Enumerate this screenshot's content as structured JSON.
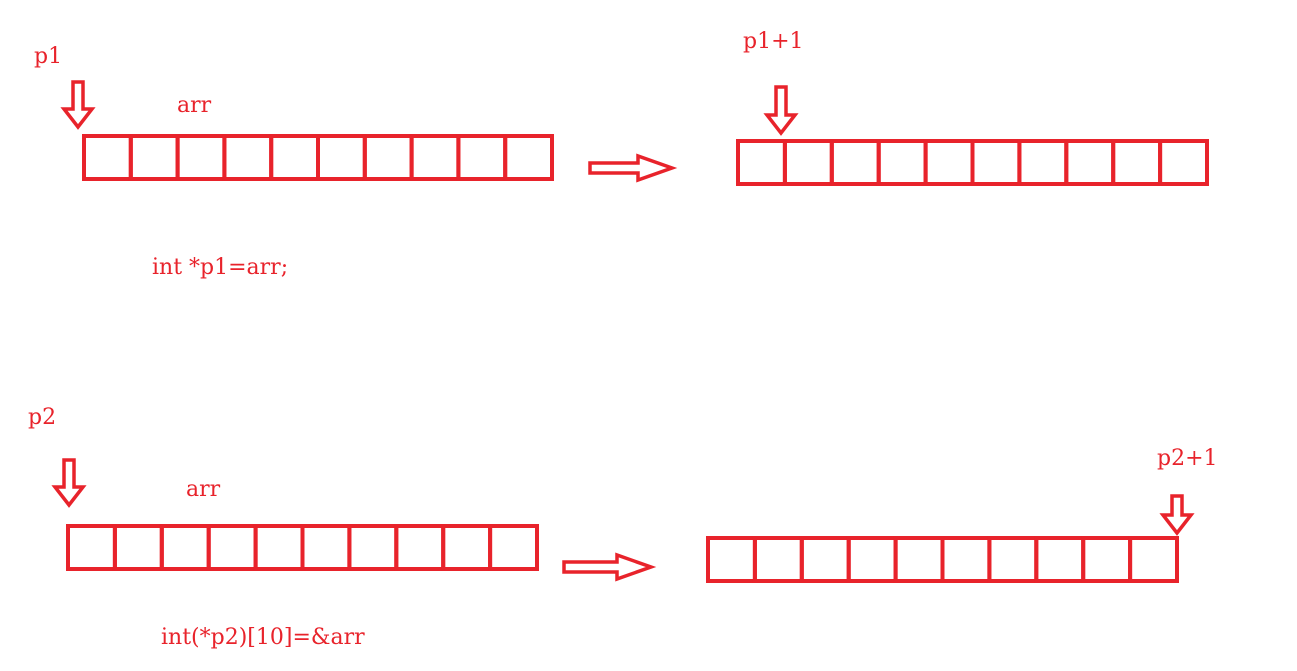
{
  "colors": {
    "ink": "#e8232b",
    "background": "#ffffff"
  },
  "labels": {
    "p1": "p1",
    "arr_top": "arr",
    "p1_plus_1": "p1+1",
    "code_p1": "int *p1=arr;",
    "p2": "p2",
    "arr_bottom": "arr",
    "p2_plus_1": "p2+1",
    "code_p2": "int(*p2)[10]=&arr"
  },
  "arrays": {
    "cell_count": 10
  },
  "icons": [
    "down-arrow-icon",
    "right-arrow-icon"
  ]
}
